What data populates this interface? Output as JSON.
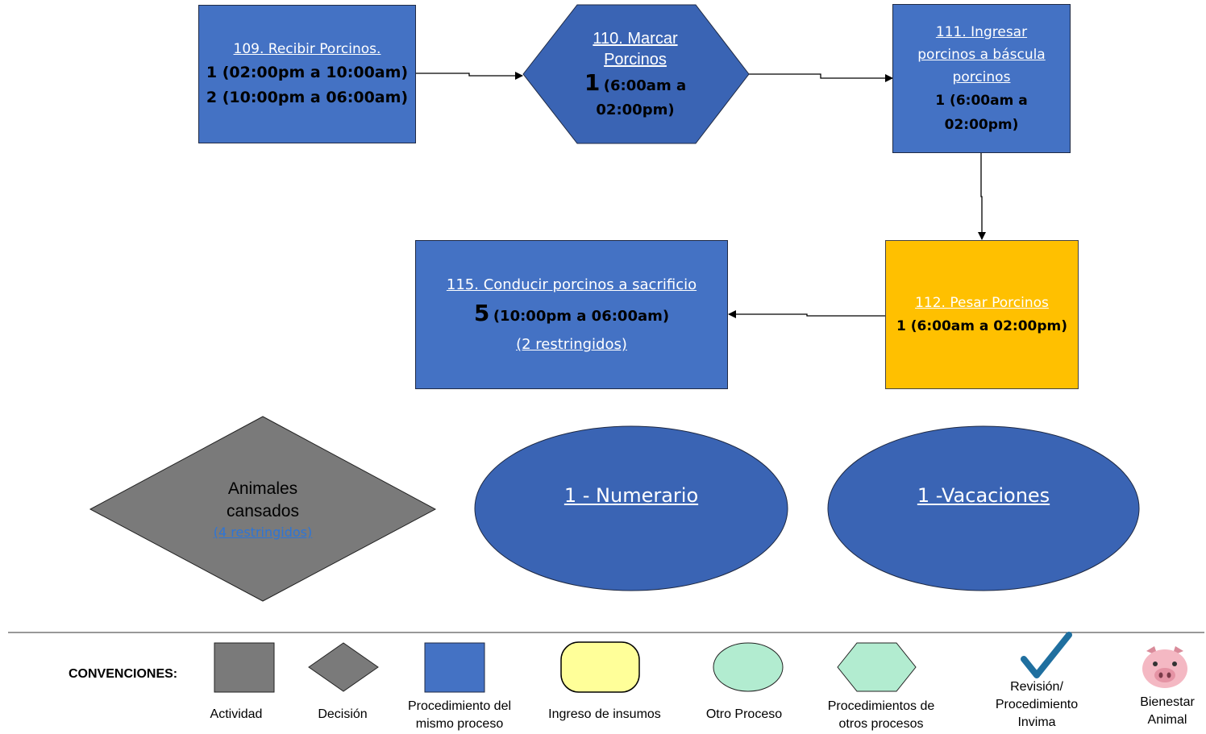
{
  "nodes": {
    "n109": {
      "title": "109. Recibir Porcinos.",
      "line1": "1 (02:00pm a 10:00am)",
      "line2": "2 (10:00pm a 06:00am)"
    },
    "n110": {
      "title_a": "110. Marcar",
      "title_b": "Porcinos",
      "count": "1",
      "shift_a": "(6:00am a",
      "shift_b": "02:00pm)"
    },
    "n111": {
      "title_a": "111. Ingresar",
      "title_b": "porcinos a báscula",
      "title_c": "porcinos",
      "shift_a": "1 (6:00am a",
      "shift_b": "02:00pm)"
    },
    "n112": {
      "title": "112. Pesar Porcinos",
      "shift": "1 (6:00am a 02:00pm)"
    },
    "n115": {
      "title": "115. Conducir porcinos a sacrificio",
      "count": "5",
      "shift": "(10:00pm a 06:00am)",
      "note": "(2  restringidos)"
    },
    "decision": {
      "line1": "Animales",
      "line2": "cansados",
      "note": "(4  restringidos)"
    },
    "ellipse1": {
      "label": "1 - Numerario"
    },
    "ellipse2": {
      "label": "1 -Vacaciones"
    }
  },
  "legend": {
    "title": "CONVENCIONES:",
    "actividad": "Actividad",
    "decision": "Decisión",
    "procedimiento_a": "Procedimiento del",
    "procedimiento_b": "mismo proceso",
    "insumos": "Ingreso de insumos",
    "otro": "Otro Proceso",
    "otros_a": "Procedimientos de",
    "otros_b": "otros procesos",
    "revision_a": "Revisión/",
    "revision_b": "Procedimiento",
    "revision_c": "Invima",
    "bienestar_a": "Bienestar",
    "bienestar_b": "Animal"
  },
  "icons": {
    "check": "checkmark-icon",
    "pig": "pig-face-icon"
  },
  "colors": {
    "procedure_blue": "#4472c4",
    "dark_blue": "#3a64b4",
    "yellow": "#ffc000",
    "gray": "#7a7a7a",
    "mint": "#b2ecd0",
    "light_yellow": "#ffff99",
    "link_blue": "#2e75d6"
  }
}
